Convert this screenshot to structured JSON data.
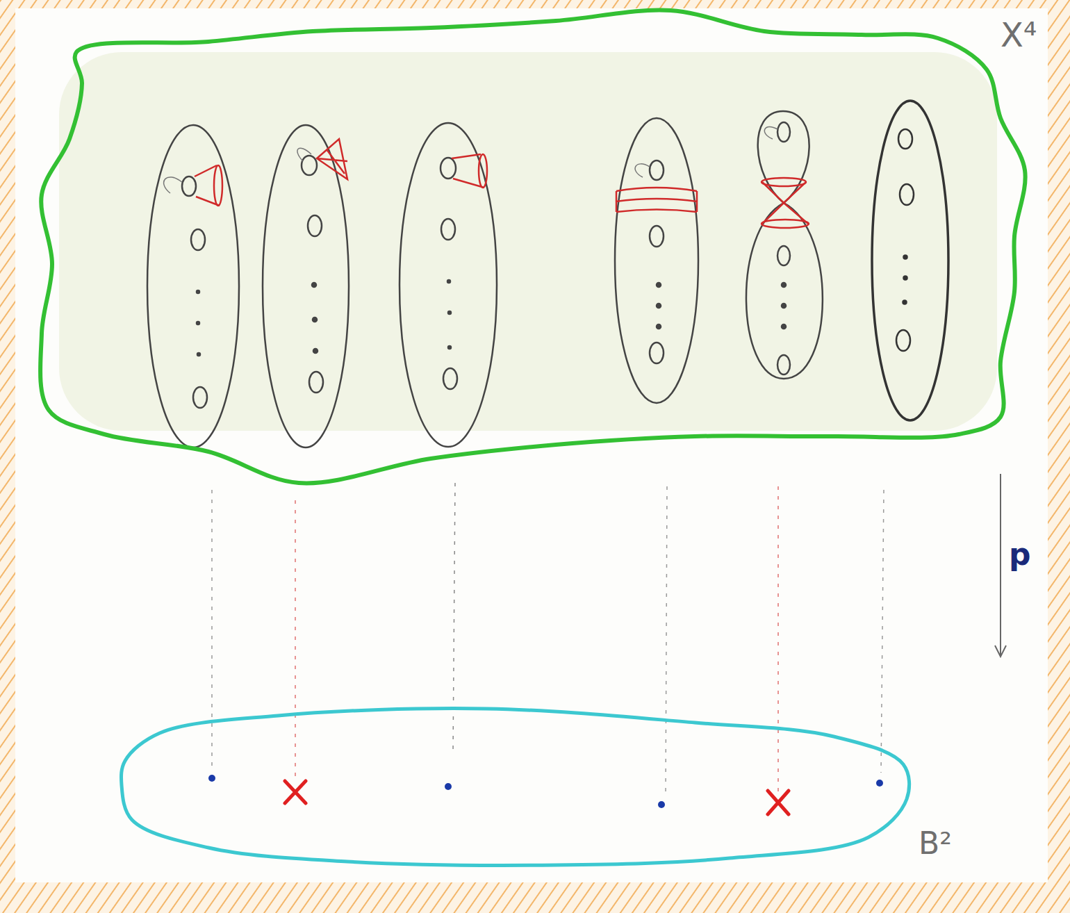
{
  "diagram": {
    "nodes": [
      {
        "text": [
          "X⁴"
        ]
      },
      {
        "text": [
          "B²"
        ]
      }
    ],
    "edges": [
      {
        "from": 0,
        "to": 1,
        "arrow": "to",
        "label": "p"
      }
    ]
  }
}
